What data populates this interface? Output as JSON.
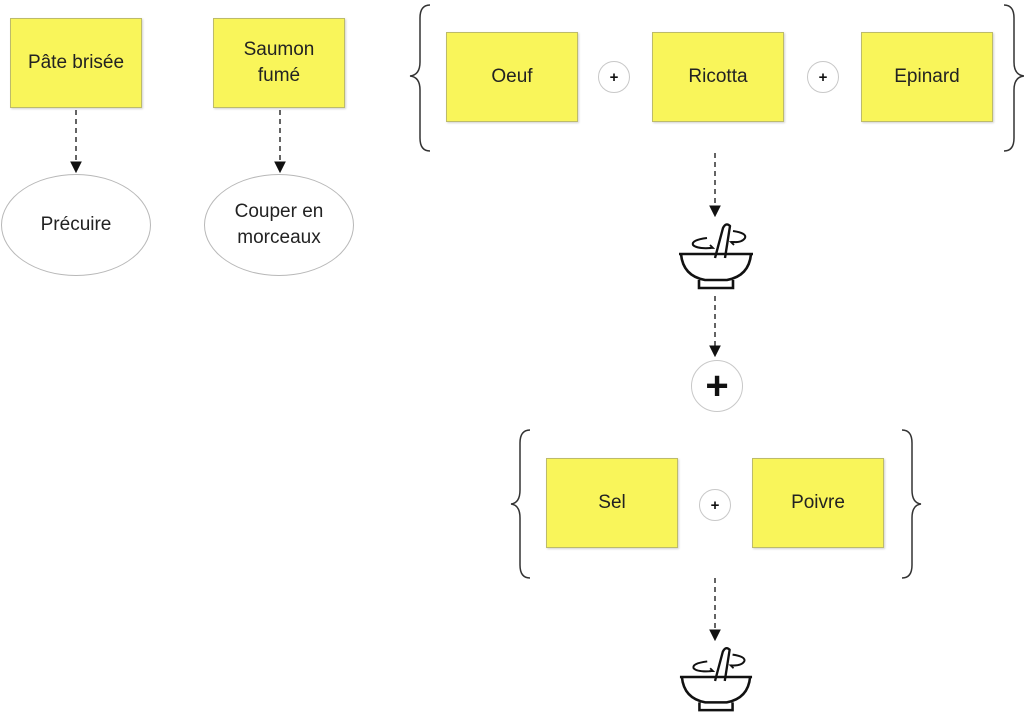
{
  "left_items": [
    {
      "ingredient": "Pâte brisée",
      "step": "Précuire"
    },
    {
      "ingredient": "Saumon fumé",
      "step": "Couper en morceaux"
    }
  ],
  "group_1": [
    "Oeuf",
    "Ricotta",
    "Epinard"
  ],
  "group_2": [
    "Sel",
    "Poivre"
  ],
  "plus_symbol": "+",
  "icons": {
    "mix": "mortar-pestle-icon"
  },
  "colors": {
    "box_fill": "#f9f55a",
    "box_border": "#bdbb6a",
    "stroke": "#111111"
  }
}
